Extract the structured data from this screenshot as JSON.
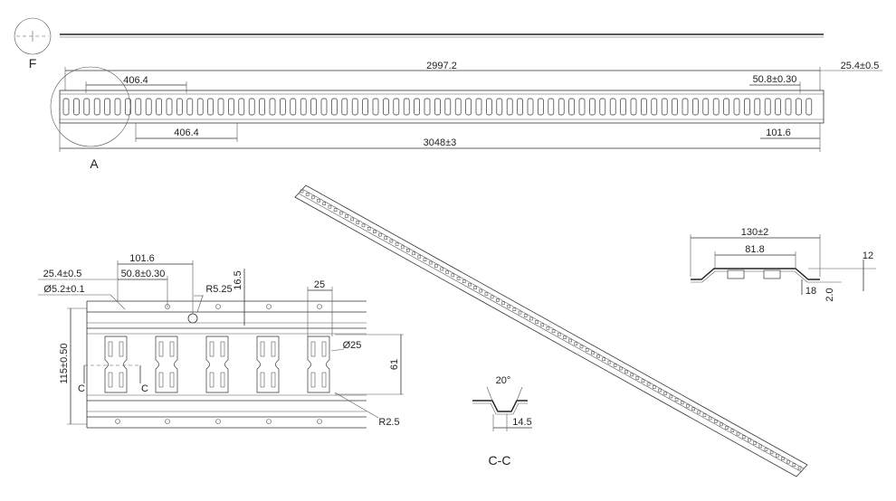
{
  "views": {
    "top_view_label": "F",
    "detail_label": "A",
    "section_label": "C-C"
  },
  "top_dims": {
    "overall_inner": "2997.2",
    "pitch_top": "406.4",
    "pitch_bottom": "406.4",
    "overall": "3048±3",
    "end_offset": "25.4±0.5",
    "hole_pitch": "50.8±0.30",
    "end_length": "101.6"
  },
  "detail_dims": {
    "end_length": "101.6",
    "end_offset": "25.4±0.5",
    "hole_pitch": "50.8±0.30",
    "hole_dia": "Ø5.2±0.1",
    "radius_top": "R5.25",
    "height_small": "16.5",
    "slot_width": "25",
    "slot_dia": "Ø25",
    "slot_height": "61",
    "overall_height": "115±0.50",
    "radius_bottom": "R2.5",
    "section_mark_left": "C",
    "section_mark_right": "C"
  },
  "section_dims": {
    "angle": "20°",
    "depth": "14.5"
  },
  "profile_dims": {
    "overall_width": "130±2",
    "inner_width": "81.8",
    "height": "12",
    "flange": "18",
    "thickness": "2.0"
  }
}
